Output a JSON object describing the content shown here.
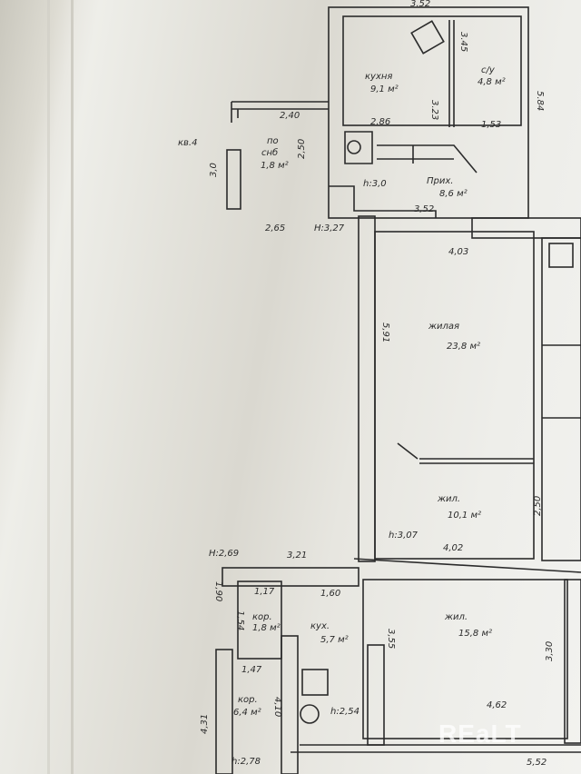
{
  "plan": {
    "top_rooms": {
      "kitchen": {
        "label": "кухня",
        "area": "9,1 м²"
      },
      "wc": {
        "label": "с/у",
        "area": "4,8 м²"
      },
      "storage": {
        "label_1": "по",
        "label_2": "снб",
        "area": "1,8 м²"
      },
      "hall": {
        "label": "Прих.",
        "area": "8,6 м²"
      },
      "living_1": {
        "label": "жилая",
        "area": "23,8 м²"
      },
      "living_2": {
        "label": "жил.",
        "area": "10,1 м²"
      },
      "apartment": "кв.4"
    },
    "top_dimensions": [
      "3.52",
      "2,40",
      "2.86",
      "3.23",
      "1,53",
      "5.84",
      "2,50",
      "3,0",
      "2,65",
      "3,52",
      "4,03",
      "5,91",
      "2,50",
      "4,02",
      "3.45"
    ],
    "top_heights": [
      "h:3,0",
      "H:3,27",
      "h:3,07"
    ],
    "bottom_rooms": {
      "corridor_1": {
        "label": "кор.",
        "area": "1,8 м²"
      },
      "kitchen": {
        "label": "кух.",
        "area": "5,7 м²"
      },
      "living": {
        "label": "жил.",
        "area": "15,8 м²"
      },
      "corridor_2": {
        "label": "кор.",
        "area": "6,4 м²"
      }
    },
    "bottom_dimensions": [
      "3,21",
      "1,17",
      "1,60",
      "1,90",
      "1,54",
      "3,55",
      "3,30",
      "1,47",
      "4,10",
      "4,31",
      "4,62",
      "5,52"
    ],
    "bottom_heights": [
      "H:2,69",
      "h:2,54",
      "h:2,78"
    ]
  },
  "watermark": "REaLT"
}
